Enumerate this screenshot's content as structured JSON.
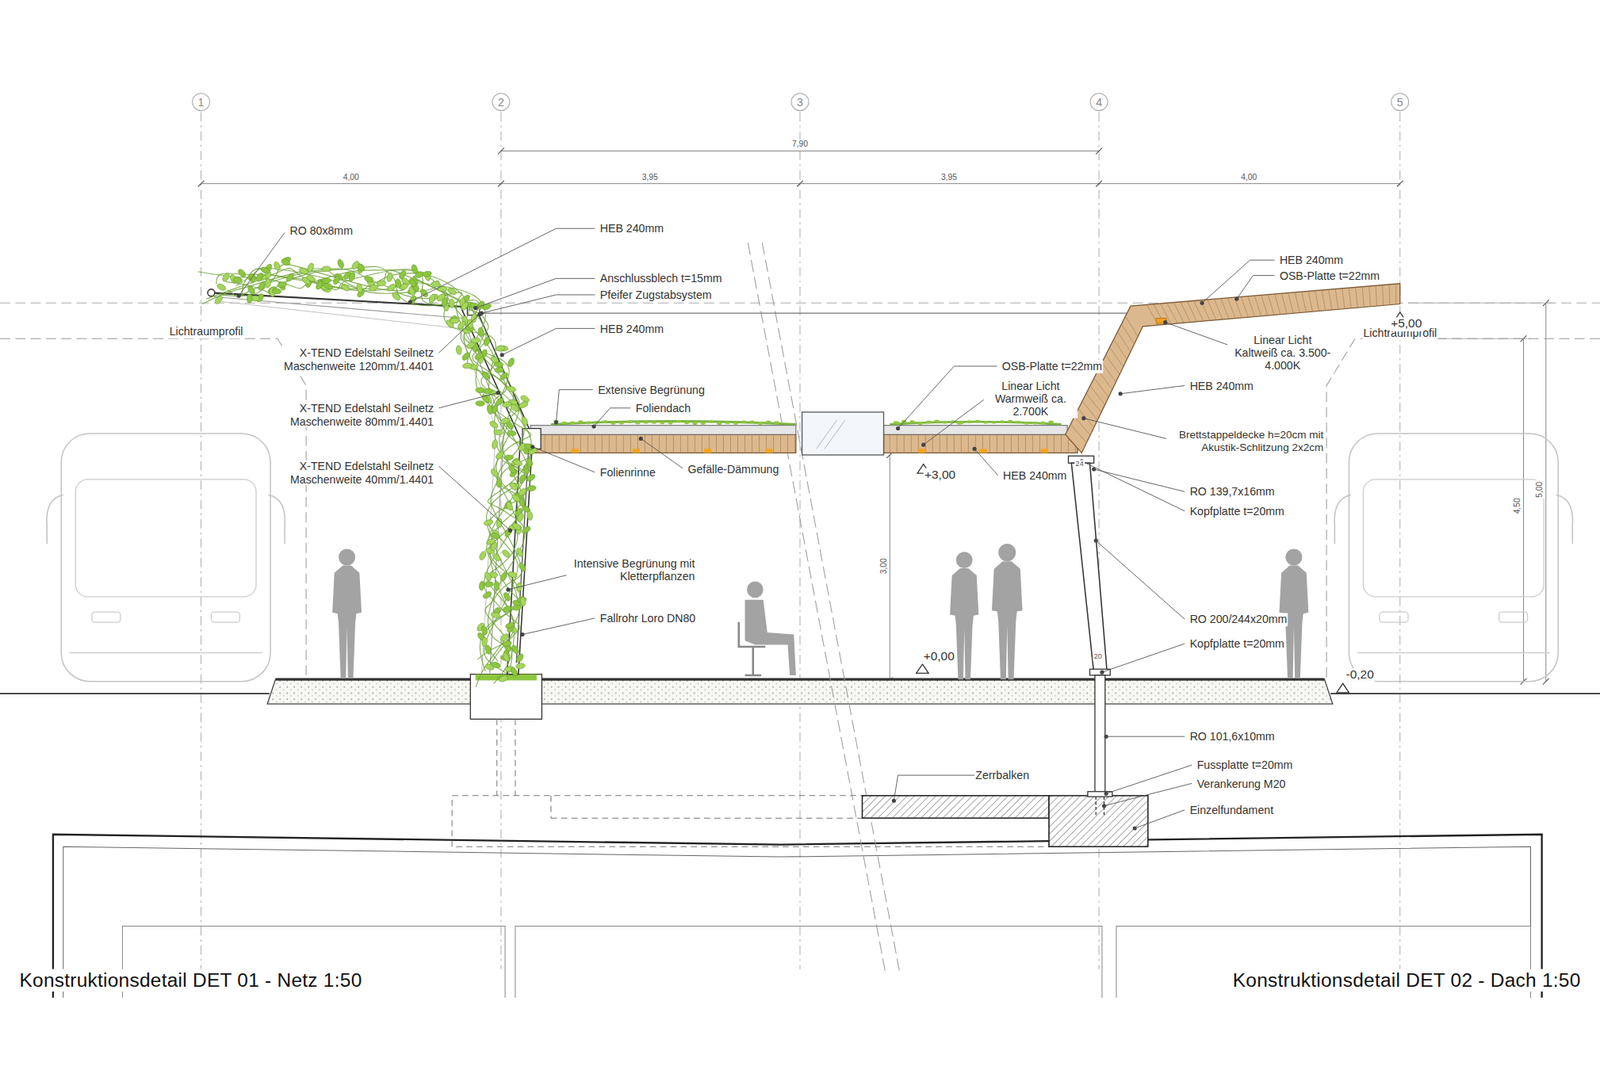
{
  "diagram": {
    "labels": [
      "1",
      "2",
      "3",
      "4",
      "5",
      "7,90",
      "4,00",
      "3,95",
      "3,95",
      "4,00",
      "RO 80x8mm",
      "HEB 240mm",
      "Anschlussblech t=15mm",
      "Pfeifer Zugstabsystem",
      "HEB 240mm",
      "Lichtraumprofil",
      "X-TEND Edelstahl Seilnetz Maschenweite 120mm/1.4401",
      "X-TEND Edelstahl Seilnetz Maschenweite 80mm/1.4401",
      "X-TEND Edelstahl Seilnetz Maschenweite 40mm/1.4401",
      "Extensive Begrünung",
      "Foliendach",
      "Folienrinne",
      "Gefälle-Dämmung",
      "Intensive Begrünung mit Kletterpflanzen",
      "Fallrohr Loro DN80",
      "HEB 240mm",
      "OSB-Platte t=22mm",
      "Linear Licht Kaltweiß ca. 3.500-4.000K",
      "Lichtraumprofil",
      "+5,00",
      "OSB-Platte t=22mm",
      "Linear Licht Warmweiß ca. 2.700K",
      "HEB 240mm",
      "Brettstappeldecke h=20cm mit Akustik-Schlitzung 2x2cm",
      "+3,00",
      "HEB 240mm",
      "24",
      "RO 139,7x16mm",
      "Kopfplatte t=20mm",
      "3,00",
      "RO 200/244x20mm",
      "Kopfplatte t=20mm",
      "20",
      "+0,00",
      "-0,20",
      "4,50",
      "5,00",
      "RO 101,6x10mm",
      "Zerrbalken",
      "Fussplatte t=20mm",
      "Verankerung M20",
      "Einzelfundament",
      "Konstruktionsdetail DET 01 - Netz 1:50",
      "Konstruktionsdetail DET 02 - Dach 1:50"
    ]
  }
}
